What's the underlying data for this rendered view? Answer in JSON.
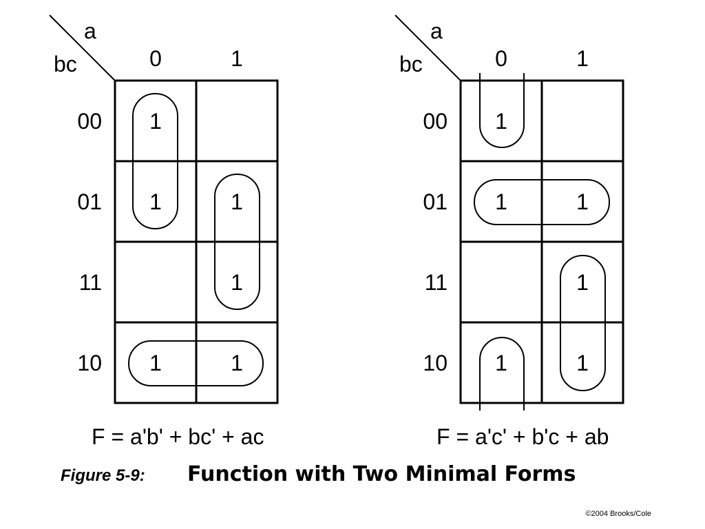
{
  "maps": [
    {
      "row_var": "bc",
      "col_var": "a",
      "col_headers": [
        "0",
        "1"
      ],
      "row_headers": [
        "00",
        "01",
        "11",
        "10"
      ],
      "cells": [
        [
          "1",
          ""
        ],
        [
          "1",
          "1"
        ],
        [
          "",
          "1"
        ],
        [
          "1",
          "1"
        ]
      ],
      "equation": "F = a'b' + bc' + ac"
    },
    {
      "row_var": "bc",
      "col_var": "a",
      "col_headers": [
        "0",
        "1"
      ],
      "row_headers": [
        "00",
        "01",
        "11",
        "10"
      ],
      "cells": [
        [
          "1",
          ""
        ],
        [
          "1",
          "1"
        ],
        [
          "",
          "1"
        ],
        [
          "1",
          "1"
        ]
      ],
      "equation": "F = a'c' + b'c + ab"
    }
  ],
  "caption": {
    "label": "Figure 5-9:",
    "title": "Function with Two Minimal Forms"
  },
  "copyright": "©2004 Brooks/Cole"
}
